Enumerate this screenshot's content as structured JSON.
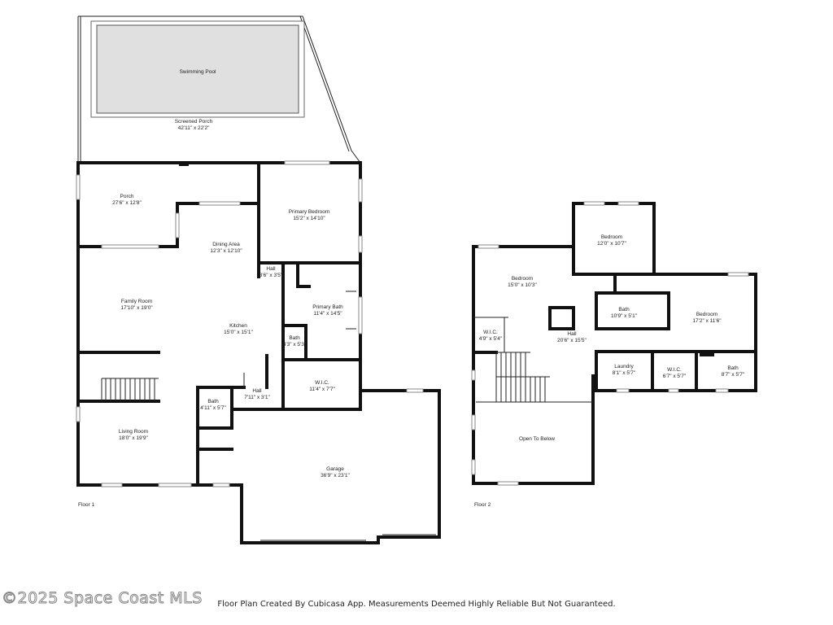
{
  "floors": [
    "Floor 1",
    "Floor 2"
  ],
  "rooms_floor1": [
    {
      "name": "Swimming Pool",
      "dims": ""
    },
    {
      "name": "Screened Porch",
      "dims": "42'11\" x 22'2\""
    },
    {
      "name": "Porch",
      "dims": "27'6\" x 12'8\""
    },
    {
      "name": "Primary Bedroom",
      "dims": "15'2\" x 14'10\""
    },
    {
      "name": "Dining Area",
      "dims": "12'3\" x 12'10\""
    },
    {
      "name": "Hall",
      "dims": "3'6\" x 3'5\""
    },
    {
      "name": "Family Room",
      "dims": "17'10\" x 19'0\""
    },
    {
      "name": "Primary Bath",
      "dims": "11'4\" x 14'5\""
    },
    {
      "name": "Kitchen",
      "dims": "15'0\" x 15'1\""
    },
    {
      "name": "Bath",
      "dims": "4'3\" x 5'3\""
    },
    {
      "name": "W.I.C.",
      "dims": "11'4\" x 7'7\""
    },
    {
      "name": "Hall",
      "dims": "7'11\" x 3'1\""
    },
    {
      "name": "Bath",
      "dims": "4'11\" x 5'7\""
    },
    {
      "name": "Living Room",
      "dims": "18'0\" x 19'9\""
    },
    {
      "name": "Garage",
      "dims": "36'9\" x 23'1\""
    }
  ],
  "rooms_floor2": [
    {
      "name": "Bedroom",
      "dims": "12'0\" x 10'7\""
    },
    {
      "name": "Bedroom",
      "dims": "15'0\" x 10'3\""
    },
    {
      "name": "Bath",
      "dims": "10'9\" x 5'1\""
    },
    {
      "name": "Bedroom",
      "dims": "17'2\" x 11'6\""
    },
    {
      "name": "W.I.C.",
      "dims": "4'9\" x 5'4\""
    },
    {
      "name": "Hall",
      "dims": "20'6\" x 15'5\""
    },
    {
      "name": "Laundry",
      "dims": "8'1\" x 5'7\""
    },
    {
      "name": "W.I.C.",
      "dims": "6'7\" x 5'7\""
    },
    {
      "name": "Bath",
      "dims": "8'7\" x 5'7\""
    },
    {
      "name": "Open To Below",
      "dims": ""
    }
  ],
  "watermark": "©2025 Space Coast MLS",
  "footer": "Floor Plan Created By Cubicasa App. Measurements Deemed Highly Reliable But Not Guaranteed."
}
